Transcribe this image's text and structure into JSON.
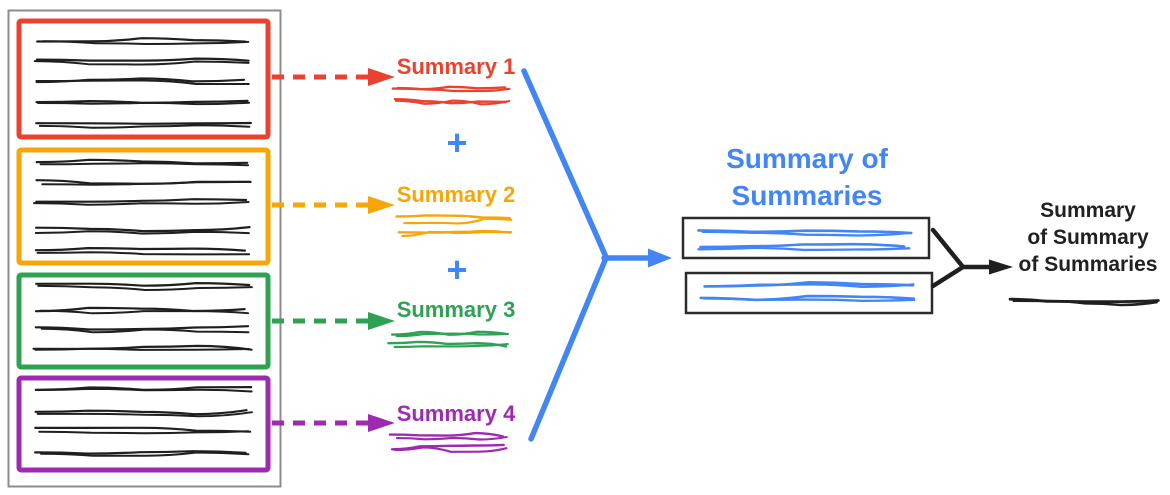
{
  "colors": {
    "red": "#e9432f",
    "orange": "#f6a609",
    "green": "#2fa153",
    "purple": "#9c2bb0",
    "blue": "#4285f4",
    "ink": "#1f1f1f",
    "gray": "#8c8c8c",
    "box_stroke": "#2b2b2b"
  },
  "plus": "+",
  "source_document": {
    "sections": [
      {
        "id": "passage-1",
        "color": "red",
        "text_lines": 5
      },
      {
        "id": "passage-2",
        "color": "orange",
        "text_lines": 5
      },
      {
        "id": "passage-3",
        "color": "green",
        "text_lines": 4
      },
      {
        "id": "passage-4",
        "color": "purple",
        "text_lines": 4
      }
    ]
  },
  "summaries": [
    {
      "label": "Summary 1",
      "color": "red"
    },
    {
      "label": "Summary 2",
      "color": "orange"
    },
    {
      "label": "Summary 3",
      "color": "green"
    },
    {
      "label": "Summary 4",
      "color": "purple"
    }
  ],
  "summary_of_summaries": {
    "line1": "Summary of",
    "line2": "Summaries",
    "color": "blue",
    "scribble_boxes": 2,
    "scribble_lines_per_box": 2
  },
  "final_summary": {
    "line1": "Summary",
    "line2": "of Summary",
    "line3": "of Summaries"
  }
}
